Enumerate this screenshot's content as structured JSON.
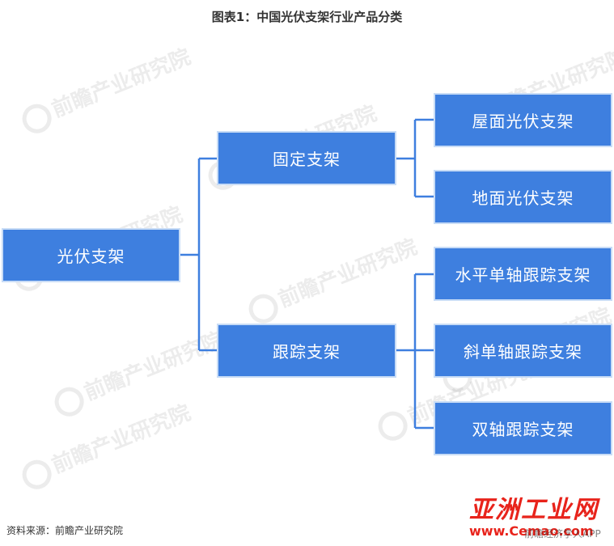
{
  "title": "图表1：中国光伏支架行业产品分类",
  "diagram": {
    "root": "光伏支架",
    "level1": [
      "固定支架",
      "跟踪支架"
    ],
    "level2_fixed": [
      "屋面光伏支架",
      "地面光伏支架"
    ],
    "level2_tracking": [
      "水平单轴跟踪支架",
      "斜单轴跟踪支架",
      "双轴跟踪支架"
    ]
  },
  "colors": {
    "box": "#3e7fdf",
    "connector": "#3e7fdf",
    "logo": "#e8231b"
  },
  "watermark": "前瞻产业研究院",
  "source": "资料来源：前瞻产业研究院",
  "logo": {
    "text": "亚洲工业网",
    "url": "www.Cemao.com",
    "app_text": "前瞻经济学人APP"
  }
}
